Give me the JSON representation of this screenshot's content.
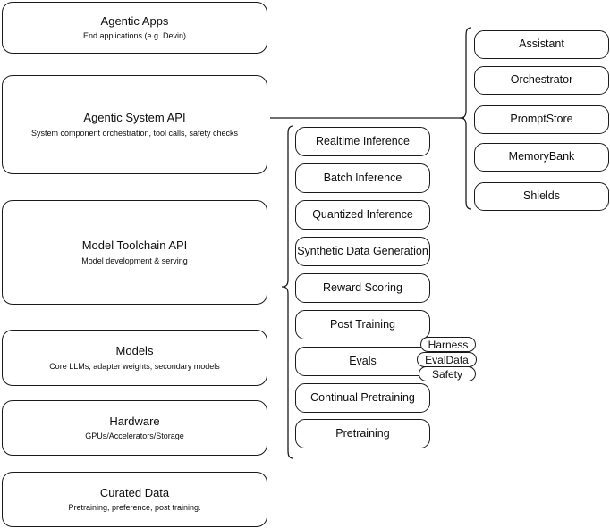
{
  "diagram": {
    "title": "LLM stack layer architecture",
    "stroke_color": "#1a1a1a",
    "background_color": "#ffffff"
  },
  "layers": [
    {
      "id": "agentic-apps",
      "title": "Agentic Apps",
      "subtitle": "End applications (e.g. Devin)"
    },
    {
      "id": "agentic-system-api",
      "title": "Agentic System API",
      "subtitle": "System component orchestration, tool calls, safety checks"
    },
    {
      "id": "model-toolchain-api",
      "title": "Model Toolchain API",
      "subtitle": "Model development & serving"
    },
    {
      "id": "models",
      "title": "Models",
      "subtitle": "Core LLMs, adapter weights, secondary models"
    },
    {
      "id": "hardware",
      "title": "Hardware",
      "subtitle": "GPUs/Accelerators/Storage"
    },
    {
      "id": "curated-data",
      "title": "Curated Data",
      "subtitle": "Pretraining, preference, post training."
    }
  ],
  "toolchain_capabilities": [
    {
      "id": "realtime-inference",
      "label": "Realtime Inference"
    },
    {
      "id": "batch-inference",
      "label": "Batch Inference"
    },
    {
      "id": "quantized-inference",
      "label": "Quantized Inference"
    },
    {
      "id": "synthetic-data-generation",
      "label": "Synthetic Data Generation"
    },
    {
      "id": "reward-scoring",
      "label": "Reward Scoring"
    },
    {
      "id": "post-training",
      "label": "Post Training"
    },
    {
      "id": "evals",
      "label": "Evals"
    },
    {
      "id": "continual-pretraining",
      "label": "Continual Pretraining"
    },
    {
      "id": "pretraining",
      "label": "Pretraining"
    }
  ],
  "evals_subcomponents": [
    {
      "id": "harness",
      "label": "Harness"
    },
    {
      "id": "evaldata",
      "label": "EvalData"
    },
    {
      "id": "safety",
      "label": "Safety"
    }
  ],
  "system_components": [
    {
      "id": "assistant",
      "label": "Assistant"
    },
    {
      "id": "orchestrator",
      "label": "Orchestrator"
    },
    {
      "id": "promptstore",
      "label": "PromptStore"
    },
    {
      "id": "memorybank",
      "label": "MemoryBank"
    },
    {
      "id": "shields",
      "label": "Shields"
    }
  ]
}
